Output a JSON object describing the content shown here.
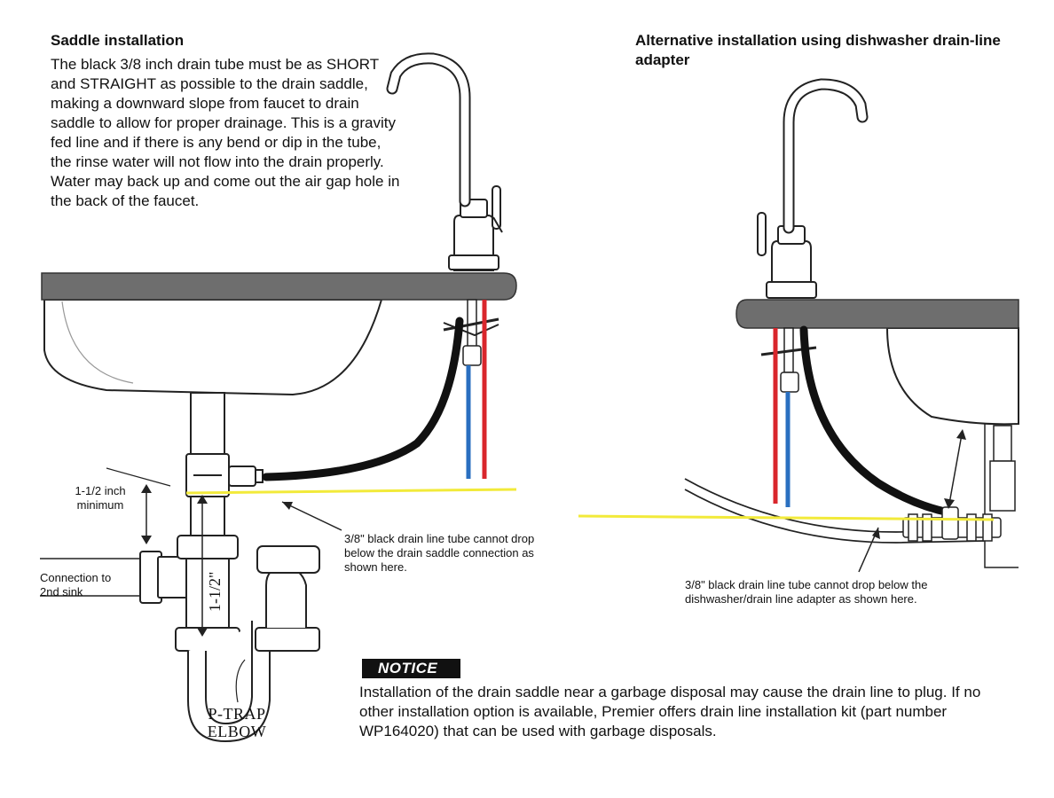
{
  "left_panel": {
    "heading": "Saddle installation",
    "body": "The black 3/8 inch drain tube must be as SHORT and STRAIGHT as possible to the drain saddle, making a downward slope from faucet to drain saddle to allow for proper drainage. This is a gravity fed line and if there is any bend or dip in the tube, the rinse water will not flow into the drain properly. Water may back up and come out the air gap hole in the back of the faucet.",
    "min_label": "1-1/2 inch minimum",
    "pipe_label": "1-1/2\"",
    "connection_label": "Connection to 2nd sink",
    "ptrap_label": "P-TRAP ELBOW",
    "caption": "3/8\" black drain line tube cannot drop below the drain saddle connection as shown here."
  },
  "right_panel": {
    "heading": "Alternative installation using dishwasher drain-line adapter",
    "caption": "3/8\" black drain line tube cannot drop below the dishwasher/drain line adapter as shown here."
  },
  "notice": {
    "label": "NOTICE",
    "body": "Installation of the drain saddle near a garbage disposal may cause the drain line to plug. If no other installation option is available, Premier offers drain line installation kit (part number WP164020) that can be used with garbage disposals."
  },
  "colors": {
    "countertop": "#6e6e6e",
    "drain_tube": "#111111",
    "hot_line": "#d9262c",
    "cold_line": "#2a6fc0",
    "level_line": "#f2ea3a"
  }
}
